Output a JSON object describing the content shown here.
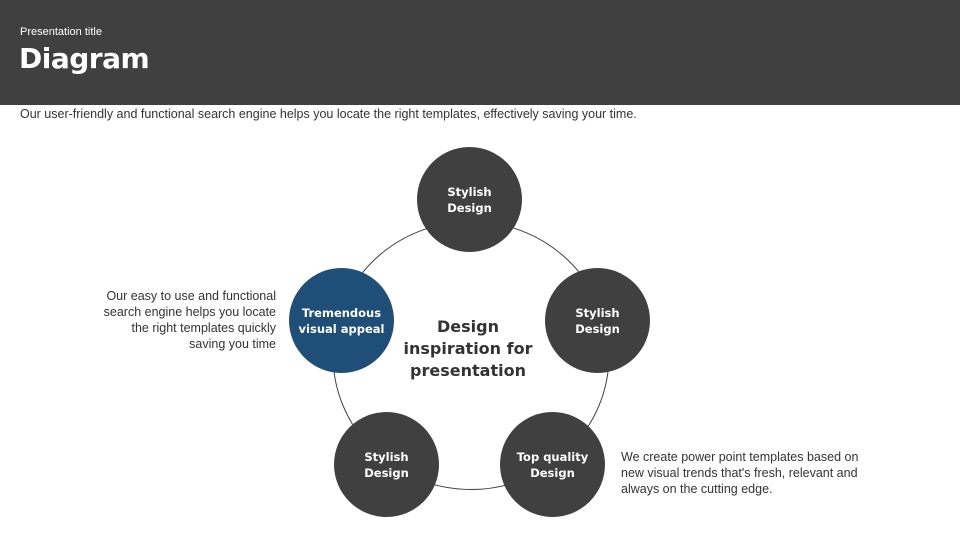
{
  "header": {
    "presentation_title": "Presentation title",
    "title": "Diagram"
  },
  "subtitle": "Our user-friendly and functional search engine helps you locate the right templates, effectively saving your time.",
  "diagram": {
    "center_label": "Design\ninspiration for\npresentation",
    "nodes": [
      {
        "label": "Stylish\nDesign",
        "color": "#404040"
      },
      {
        "label": "Stylish\nDesign",
        "color": "#404040"
      },
      {
        "label": "Top quality\nDesign",
        "color": "#404040"
      },
      {
        "label": "Stylish\nDesign",
        "color": "#404040"
      },
      {
        "label": "Tremendous\nvisual appeal",
        "color": "#1f4e79"
      }
    ]
  },
  "notes": {
    "left": "Our easy to use and functional\nsearch engine helps you locate\nthe right templates quickly\nsaving you time",
    "right": "We create power point templates based on\nnew visual trends that's fresh, relevant and\nalways on the cutting edge."
  },
  "colors": {
    "header_bg": "#404040",
    "node_dark": "#404040",
    "node_accent": "#1f4e79"
  }
}
